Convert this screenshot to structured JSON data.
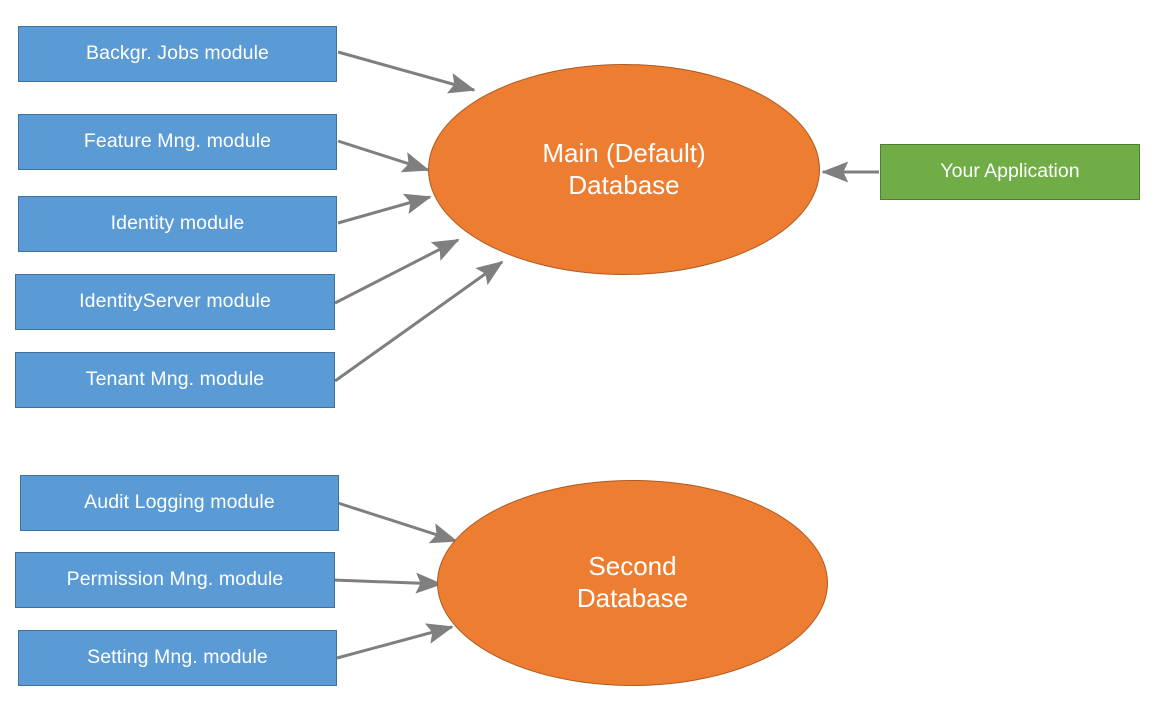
{
  "diagram": {
    "title": "ABP Framework module database distribution diagram",
    "colors": {
      "module_fill": "#5b9bd5",
      "module_border": "#41719c",
      "database_fill": "#ed7d31",
      "database_border": "#ae5a21",
      "application_fill": "#70ad47",
      "application_border": "#507e32",
      "arrow": "#7f7f7f",
      "text": "#ffffff",
      "background": "#ffffff"
    },
    "databases": [
      {
        "id": "main-database",
        "label": "Main (Default)\nDatabase",
        "line1": "Main (Default)",
        "line2": "Database"
      },
      {
        "id": "second-database",
        "label": "Second\nDatabase",
        "line1": "Second",
        "line2": "Database"
      }
    ],
    "application": {
      "id": "your-application",
      "label": "Your Application"
    },
    "main_db_modules": [
      {
        "id": "background-jobs-module",
        "label": "Backgr. Jobs module"
      },
      {
        "id": "feature-management-module",
        "label": "Feature Mng. module"
      },
      {
        "id": "identity-module",
        "label": "Identity module"
      },
      {
        "id": "identity-server-module",
        "label": "IdentityServer module"
      },
      {
        "id": "tenant-management-module",
        "label": "Tenant Mng. module"
      }
    ],
    "second_db_modules": [
      {
        "id": "audit-logging-module",
        "label": "Audit Logging module"
      },
      {
        "id": "permission-management-module",
        "label": "Permission Mng. module"
      },
      {
        "id": "setting-management-module",
        "label": "Setting Mng. module"
      }
    ],
    "connections": [
      {
        "from": "background-jobs-module",
        "to": "main-database"
      },
      {
        "from": "feature-management-module",
        "to": "main-database"
      },
      {
        "from": "identity-module",
        "to": "main-database"
      },
      {
        "from": "identity-server-module",
        "to": "main-database"
      },
      {
        "from": "tenant-management-module",
        "to": "main-database"
      },
      {
        "from": "your-application",
        "to": "main-database"
      },
      {
        "from": "audit-logging-module",
        "to": "second-database"
      },
      {
        "from": "permission-management-module",
        "to": "second-database"
      },
      {
        "from": "setting-management-module",
        "to": "second-database"
      }
    ]
  }
}
